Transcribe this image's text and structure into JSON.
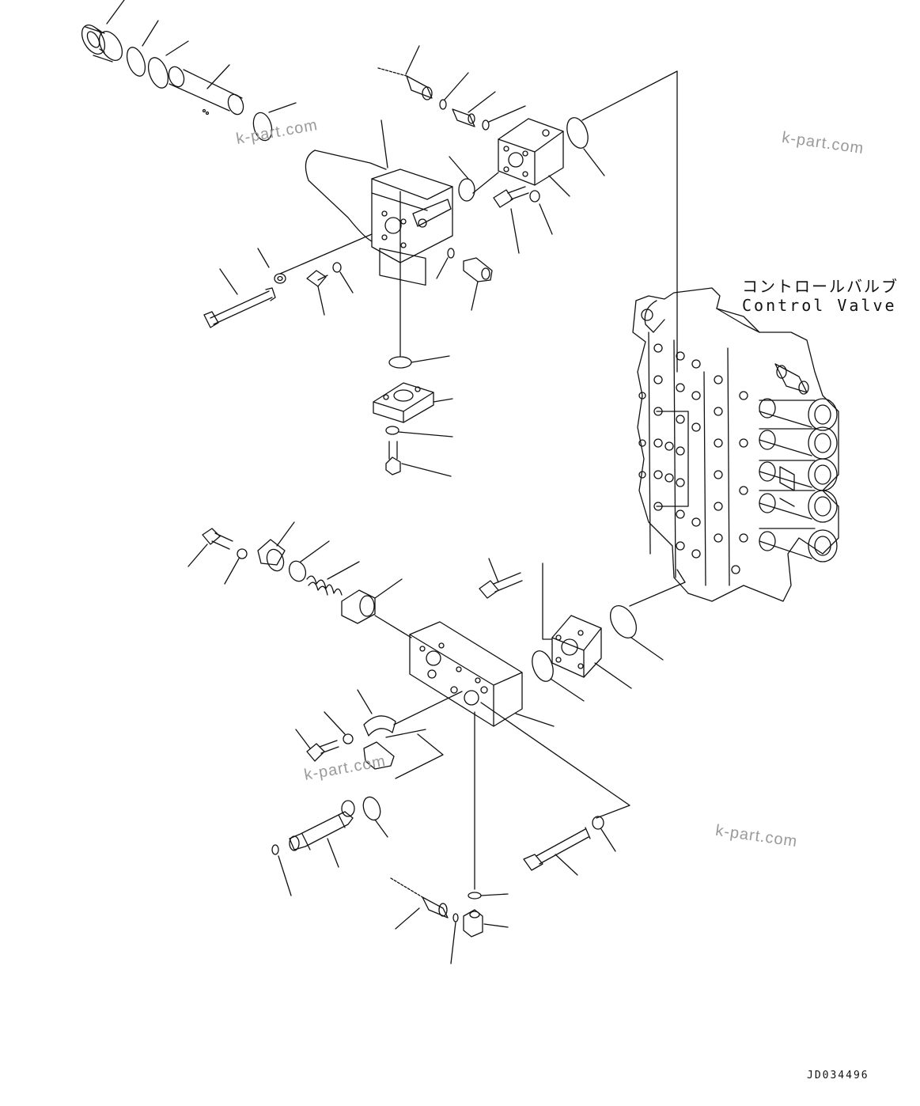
{
  "labels": {
    "control_valve_jp": "コントロールバルブ",
    "control_valve_en": "Control Valve",
    "drawing_code": "JD034496"
  },
  "watermarks": [
    "k-part.com",
    "k-part.com",
    "k-part.com",
    "k-part.com"
  ],
  "colors": {
    "line": "#111111",
    "watermark": "#9a9a9a"
  }
}
